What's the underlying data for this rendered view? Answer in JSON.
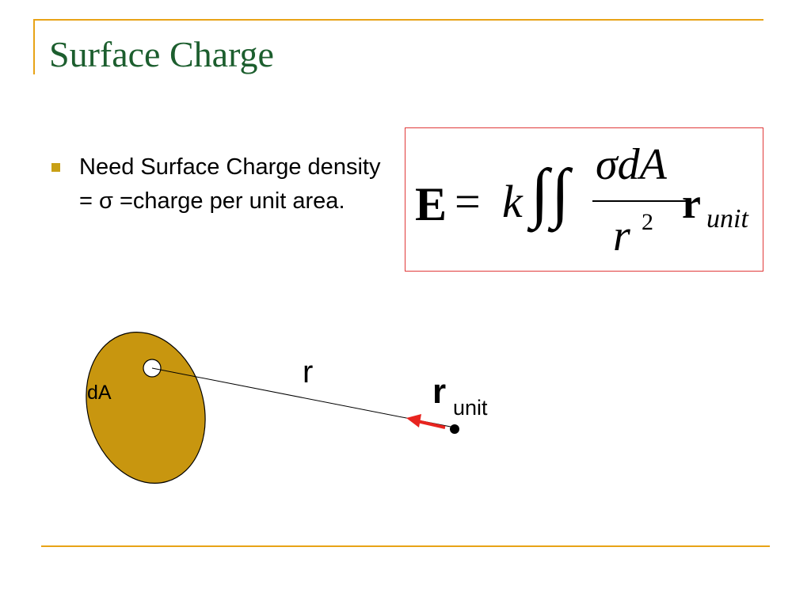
{
  "title": "Surface Charge",
  "bullet": {
    "text": "Need Surface Charge density = σ =charge per unit area."
  },
  "formula": {
    "lhs": "E",
    "equals": "=",
    "constant": "k",
    "integral": "∫",
    "numerator": "σdA",
    "denominator": "r",
    "exponent": "2",
    "vector": "r",
    "subscript": "unit"
  },
  "diagram": {
    "area_label": "dA",
    "distance_label": "r",
    "unit_vector_label": "r",
    "unit_vector_subscript": "unit",
    "surface_color": "#c8960f",
    "arrow_color": "#e8241f"
  },
  "colors": {
    "title": "#1c5e2e",
    "accent_rule": "#e8a317",
    "bullet": "#c8a015",
    "formula_border": "#e03a3a"
  }
}
